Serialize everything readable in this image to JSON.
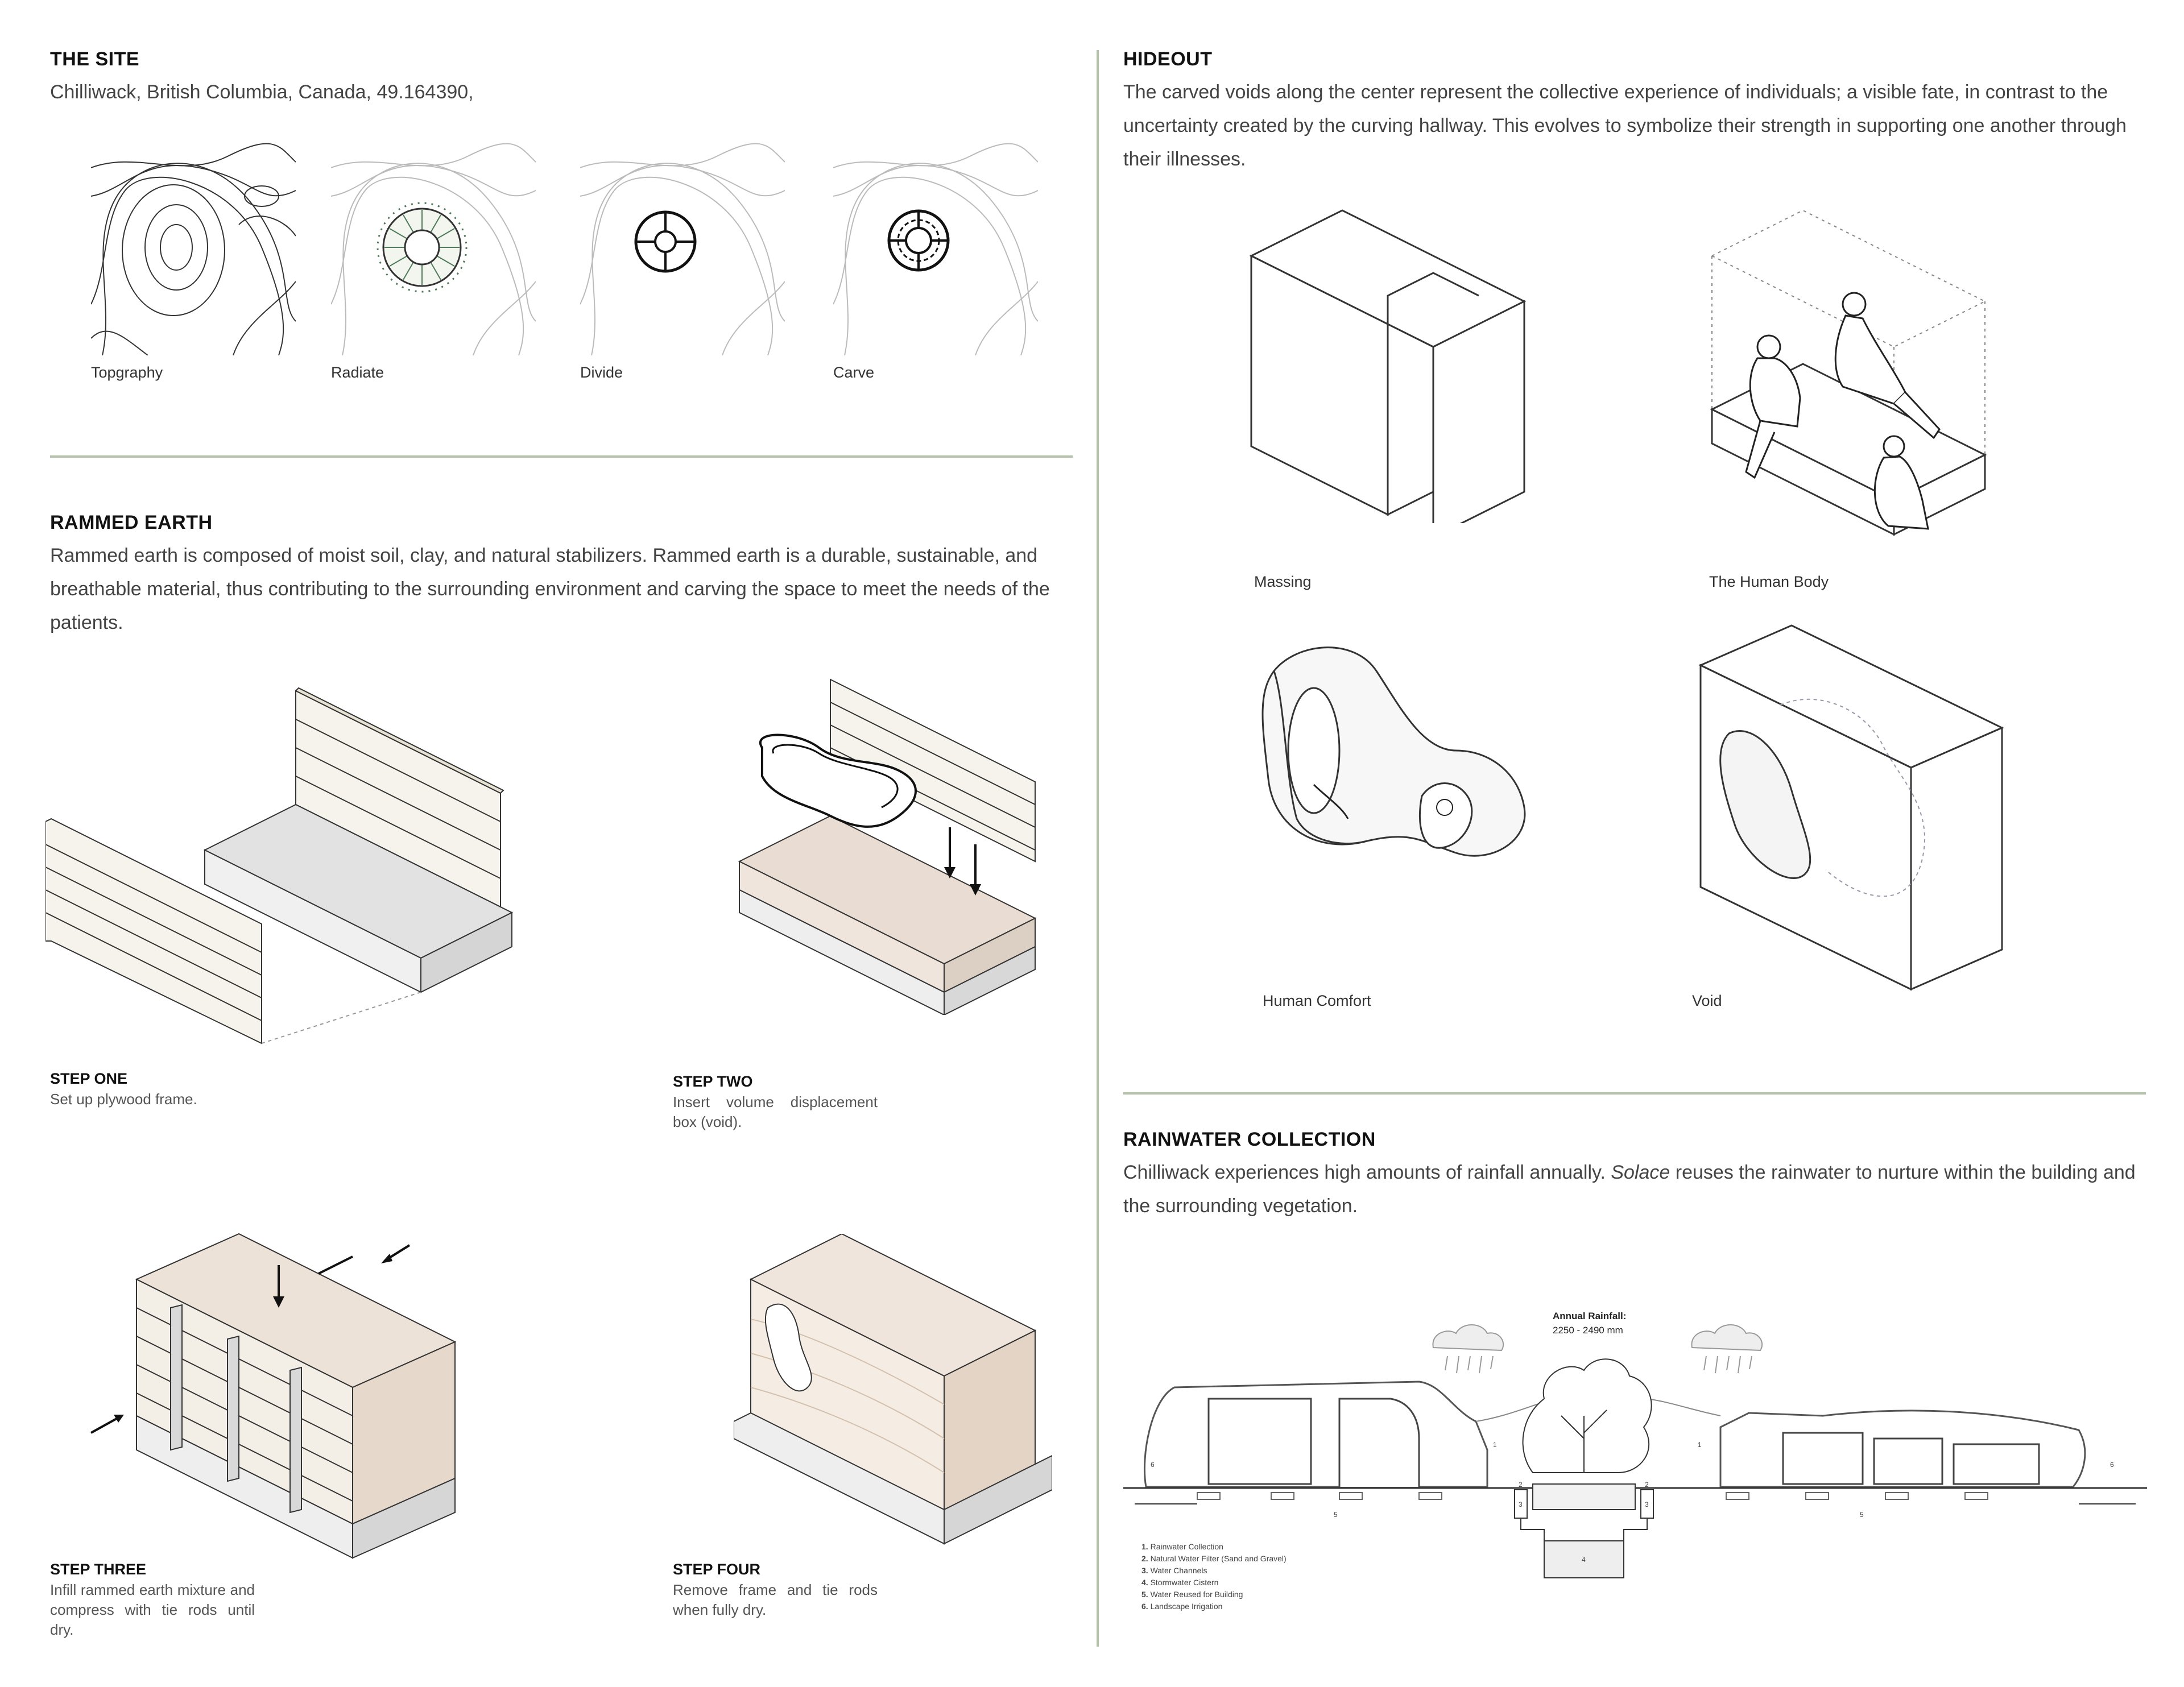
{
  "site": {
    "title": "THE SITE",
    "coords": "Chilliwack, British Columbia, Canada, 49.164390,",
    "panels": [
      "Topgraphy",
      "Radiate",
      "Divide",
      "Carve"
    ]
  },
  "rammed": {
    "title": "RAMMED EARTH",
    "body": "Rammed earth is composed of moist soil, clay, and natural stabilizers. Rammed earth is a durable, sustainable, and breathable material, thus contributing to the surrounding environment and carving the space to meet the needs of the patients.",
    "steps": [
      {
        "title": "STEP ONE",
        "desc": "Set up plywood frame."
      },
      {
        "title": "STEP TWO",
        "desc": "Insert volume displacement box (void)."
      },
      {
        "title": "STEP THREE",
        "desc": "Infill rammed earth mixture and compress with tie rods until dry."
      },
      {
        "title": "STEP FOUR",
        "desc": "Remove frame and tie rods when fully dry."
      }
    ]
  },
  "hideout": {
    "title": "HIDEOUT",
    "body": "The carved voids along the center represent the collective experience of individuals; a visible fate, in contrast to the uncertainty created by the curving hallway. This evolves to symbolize their strength in supporting one another through their illnesses.",
    "panels": [
      "Massing",
      "The Human Body",
      "Human Comfort",
      "Void"
    ]
  },
  "rain": {
    "title": "RAINWATER COLLECTION",
    "body_pre": "Chilliwack experiences high amounts of rainfall annually. ",
    "body_em": "Solace",
    "body_post": " reuses the rainwater to nurture within the building and the surrounding vegetation.",
    "annual_title": "Annual Rainfall:",
    "annual_range": "2250 - 2490 mm",
    "legend": [
      {
        "num": "1.",
        "text": "Rainwater Collection"
      },
      {
        "num": "2.",
        "text": "Natural Water Filter (Sand and Gravel)"
      },
      {
        "num": "3.",
        "text": "Water Channels"
      },
      {
        "num": "4.",
        "text": "Stormwater Cistern"
      },
      {
        "num": "5.",
        "text": "Water Reused for Building"
      },
      {
        "num": "6.",
        "text": "Landscape Irrigation"
      }
    ],
    "tags": [
      "1",
      "2",
      "3",
      "4",
      "5",
      "6"
    ]
  },
  "colors": {
    "rule": "#b3c2a8",
    "earth": "#eadfd5",
    "plywood": "#f3efe6",
    "concrete": "#e4e4e4"
  }
}
